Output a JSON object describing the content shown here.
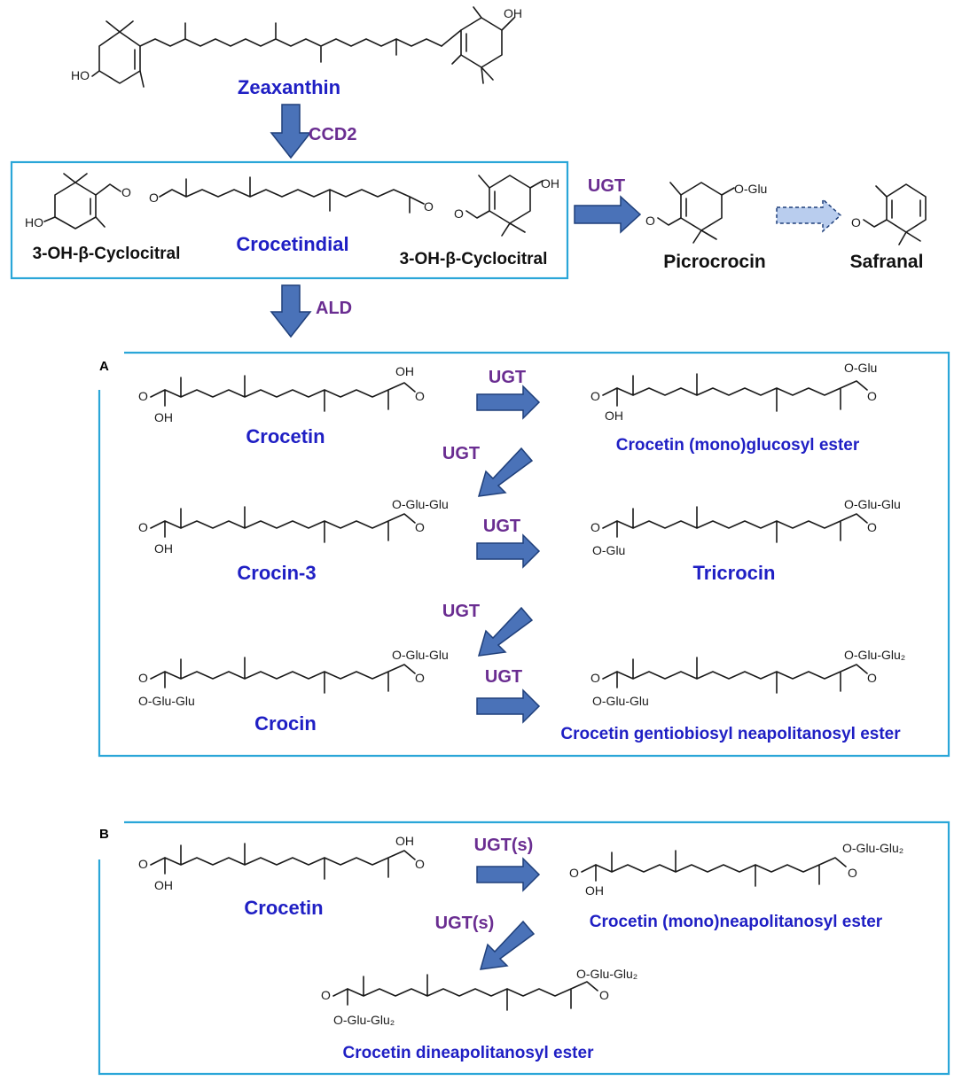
{
  "compounds": {
    "zeaxanthin": "Zeaxanthin",
    "cyclocitral_left": "3-OH-β-Cyclocitral",
    "crocetindial": "Crocetindial",
    "cyclocitral_right": "3-OH-β-Cyclocitral",
    "picrocrocin": "Picrocrocin",
    "safranal": "Safranal",
    "crocetin_a": "Crocetin",
    "crocetin_mono_glucosyl": "Crocetin (mono)glucosyl ester",
    "crocin3": "Crocin-3",
    "tricrocin": "Tricrocin",
    "crocin": "Crocin",
    "crocetin_gentiobiosyl_neapolitanosyl": "Crocetin gentiobiosyl neapolitanosyl ester",
    "crocetin_b": "Crocetin",
    "crocetin_mono_neapolitanosyl": "Crocetin (mono)neapolitanosyl ester",
    "crocetin_dineapolitanosyl": "Crocetin dineapolitanosyl ester"
  },
  "enzymes": {
    "ccd2": "CCD2",
    "ugt_picro": "UGT",
    "ald": "ALD",
    "ugt_a1": "UGT",
    "ugt_a2": "UGT",
    "ugt_a3": "UGT",
    "ugt_a4": "UGT",
    "ugt_a5": "UGT",
    "ugts_b1": "UGT(s)",
    "ugts_b2": "UGT(s)"
  },
  "panels": {
    "a": "A",
    "b": "B"
  },
  "atoms": {
    "oh": "OH",
    "ho": "HO",
    "o": "O",
    "o_glu": "O-Glu",
    "o_glu_glu": "O-Glu-Glu",
    "o_glu_glu2": "O-Glu-Glu₂"
  },
  "colors": {
    "compound_name": "#1f1fc4",
    "enzyme": "#6a2d91",
    "box": "#2aa6d8",
    "arrow_fill": "#4a72b8"
  }
}
